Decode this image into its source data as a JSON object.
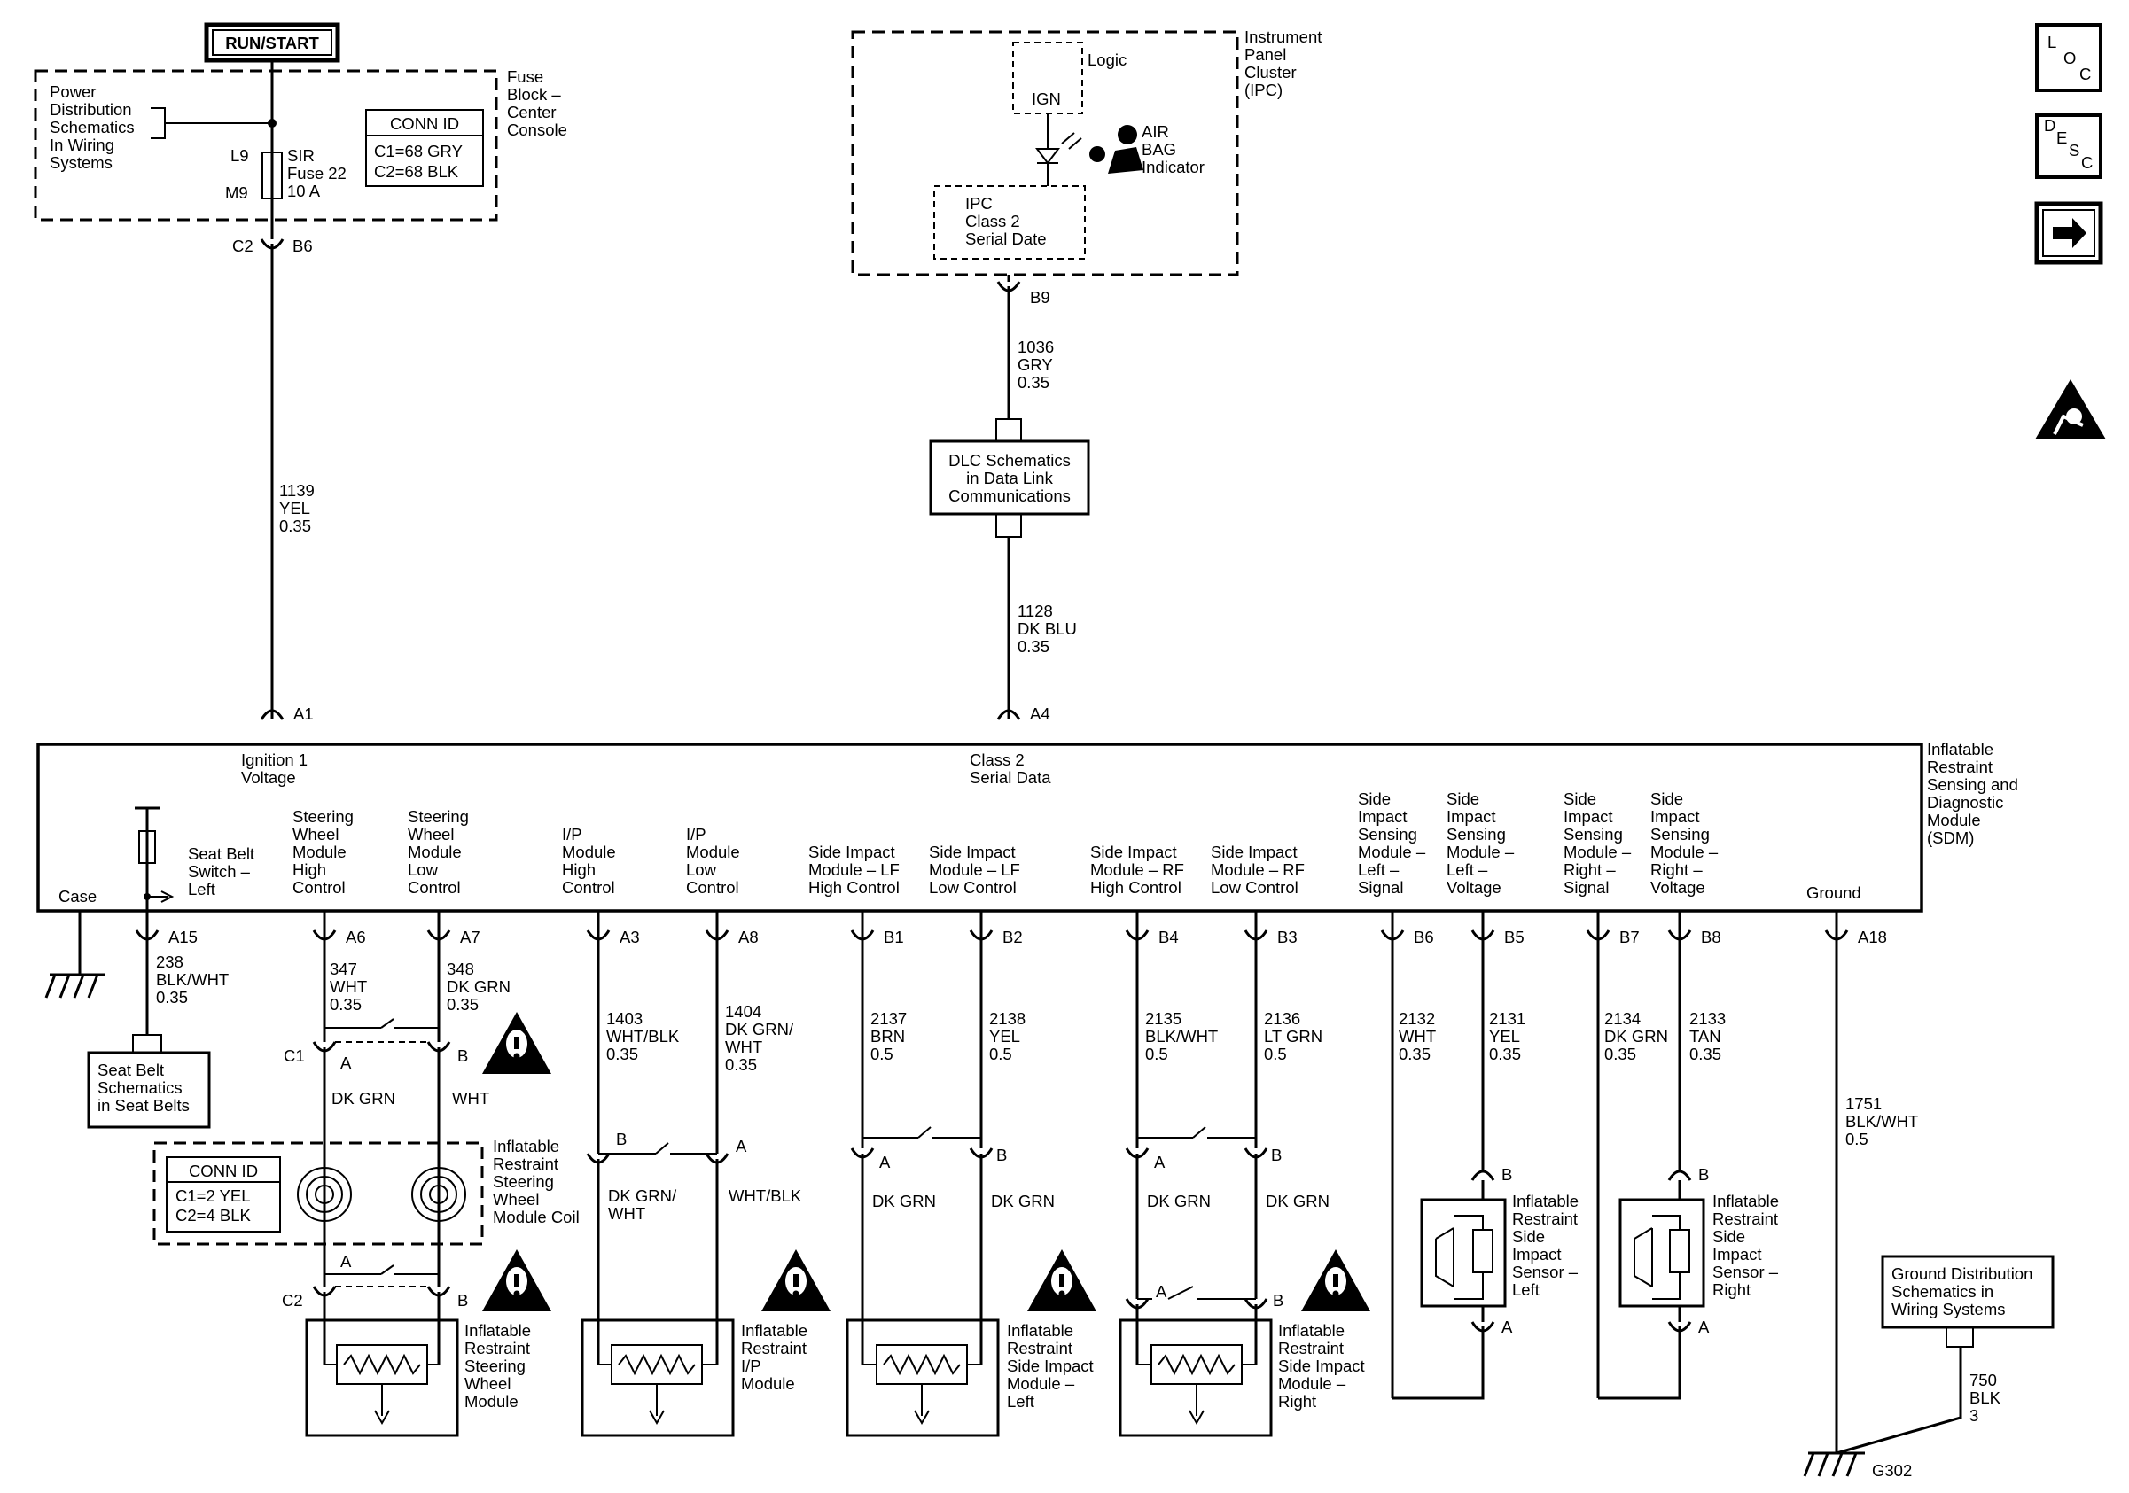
{
  "power": {
    "run_start": "RUN/START",
    "pdist": [
      "Power",
      "Distribution",
      "Schematics",
      "In Wiring",
      "Systems"
    ],
    "fuse_block": [
      "Fuse",
      "Block –",
      "Center",
      "Console"
    ],
    "conn_id_title": "CONN ID",
    "conn_id_lines": [
      "C1=68 GRY",
      "C2=68 BLK"
    ],
    "fuse_labels": [
      "L9",
      "M9"
    ],
    "fuse_name": [
      "SIR",
      "Fuse 22",
      "10 A"
    ],
    "conn_c2": "C2",
    "conn_b6": "B6",
    "wire_1139": [
      "1139",
      "YEL",
      "0.35"
    ],
    "pin_a1": "A1"
  },
  "ipc": {
    "title": [
      "Instrument",
      "Panel",
      "Cluster",
      "(IPC)"
    ],
    "logic": "Logic",
    "ign": "IGN",
    "airbag": [
      "AIR",
      "BAG",
      "Indicator"
    ],
    "class2": [
      "IPC",
      "Class 2",
      "Serial Date"
    ],
    "pin_b9": "B9",
    "wire_1036": [
      "1036",
      "GRY",
      "0.35"
    ],
    "dlc": [
      "DLC Schematics",
      "in Data Link",
      "Communications"
    ],
    "wire_1128": [
      "1128",
      "DK BLU",
      "0.35"
    ],
    "pin_a4": "A4"
  },
  "sdm": {
    "title": [
      "Inflatable",
      "Restraint",
      "Sensing and",
      "Diagnostic",
      "Module",
      "(SDM)"
    ],
    "ign_voltage": [
      "Ignition 1",
      "Voltage"
    ],
    "class2": [
      "Class 2",
      "Serial Data"
    ],
    "case": "Case",
    "seatbelt_switch": [
      "Seat Belt",
      "Switch –",
      "Left"
    ],
    "sw_high": [
      "Steering",
      "Wheel",
      "Module",
      "High",
      "Control"
    ],
    "sw_low": [
      "Steering",
      "Wheel",
      "Module",
      "Low",
      "Control"
    ],
    "ip_high": [
      "I/P",
      "Module",
      "High",
      "Control"
    ],
    "ip_low": [
      "I/P",
      "Module",
      "Low",
      "Control"
    ],
    "si_lf_high": [
      "Side Impact",
      "Module – LF",
      "High Control"
    ],
    "si_lf_low": [
      "Side Impact",
      "Module – LF",
      "Low Control"
    ],
    "si_rf_high": [
      "Side Impact",
      "Module – RF",
      "High Control"
    ],
    "si_rf_low": [
      "Side Impact",
      "Module – RF",
      "Low Control"
    ],
    "sens_l_sig": [
      "Side",
      "Impact",
      "Sensing",
      "Module –",
      "Left –",
      "Signal"
    ],
    "sens_l_volt": [
      "Side",
      "Impact",
      "Sensing",
      "Module –",
      "Left –",
      "Voltage"
    ],
    "sens_r_sig": [
      "Side",
      "Impact",
      "Sensing",
      "Module –",
      "Right –",
      "Signal"
    ],
    "sens_r_volt": [
      "Side",
      "Impact",
      "Sensing",
      "Module –",
      "Right –",
      "Voltage"
    ],
    "ground": "Ground"
  },
  "pins": [
    "A15",
    "A6",
    "A7",
    "A3",
    "A8",
    "B1",
    "B2",
    "B4",
    "B3",
    "B6",
    "B5",
    "B7",
    "B8",
    "A18"
  ],
  "wires": {
    "w238": [
      "238",
      "BLK/WHT",
      "0.35"
    ],
    "w347": [
      "347",
      "WHT",
      "0.35"
    ],
    "w348": [
      "348",
      "DK GRN",
      "0.35"
    ],
    "w1403": [
      "1403",
      "WHT/BLK",
      "0.35"
    ],
    "w1404": [
      "1404",
      "DK GRN/",
      "WHT",
      "0.35"
    ],
    "w2137": [
      "2137",
      "BRN",
      "0.5"
    ],
    "w2138": [
      "2138",
      "YEL",
      "0.5"
    ],
    "w2135": [
      "2135",
      "BLK/WHT",
      "0.5"
    ],
    "w2136": [
      "2136",
      "LT GRN",
      "0.5"
    ],
    "w2132": [
      "2132",
      "WHT",
      "0.35"
    ],
    "w2131": [
      "2131",
      "YEL",
      "0.35"
    ],
    "w2134": [
      "2134",
      "DK GRN",
      "0.35"
    ],
    "w2133": [
      "2133",
      "TAN",
      "0.35"
    ],
    "w1751": [
      "1751",
      "BLK/WHT",
      "0.5"
    ],
    "w750": [
      "750",
      "BLK",
      "3"
    ]
  },
  "lower": {
    "seatbelt_sch": [
      "Seat Belt",
      "Schematics",
      "in Seat Belts"
    ],
    "c1": "C1",
    "c2": "C2",
    "a": "A",
    "b": "B",
    "dk_grn": "DK GRN",
    "wht": "WHT",
    "dk_grn_wht": [
      "DK GRN/",
      "WHT"
    ],
    "wht_blk": "WHT/BLK",
    "coil_conn_title": "CONN ID",
    "coil_conn_lines": [
      "C1=2 YEL",
      "C2=4 BLK"
    ],
    "coil": [
      "Inflatable",
      "Restraint",
      "Steering",
      "Wheel",
      "Module Coil"
    ],
    "steering_module": [
      "Inflatable",
      "Restraint",
      "Steering",
      "Wheel",
      "Module"
    ],
    "ip_module": [
      "Inflatable",
      "Restraint",
      "I/P",
      "Module"
    ],
    "side_left": [
      "Inflatable",
      "Restraint",
      "Side Impact",
      "Module –",
      "Left"
    ],
    "side_right": [
      "Inflatable",
      "Restraint",
      "Side Impact",
      "Module –",
      "Right"
    ],
    "sensor_left": [
      "Inflatable",
      "Restraint",
      "Side",
      "Impact",
      "Sensor –",
      "Left"
    ],
    "sensor_right": [
      "Inflatable",
      "Restraint",
      "Side",
      "Impact",
      "Sensor –",
      "Right"
    ],
    "ground_dist": [
      "Ground Distribution",
      "Schematics in",
      "Wiring Systems"
    ],
    "g302": "G302"
  },
  "nav": {
    "loc": [
      "L",
      "O",
      "C"
    ],
    "desc": [
      "D",
      "E",
      "S",
      "C"
    ]
  },
  "icons": [
    "arrow-right-icon",
    "airbag-warning-icon",
    "caution-icon",
    "airbag-person-icon"
  ]
}
